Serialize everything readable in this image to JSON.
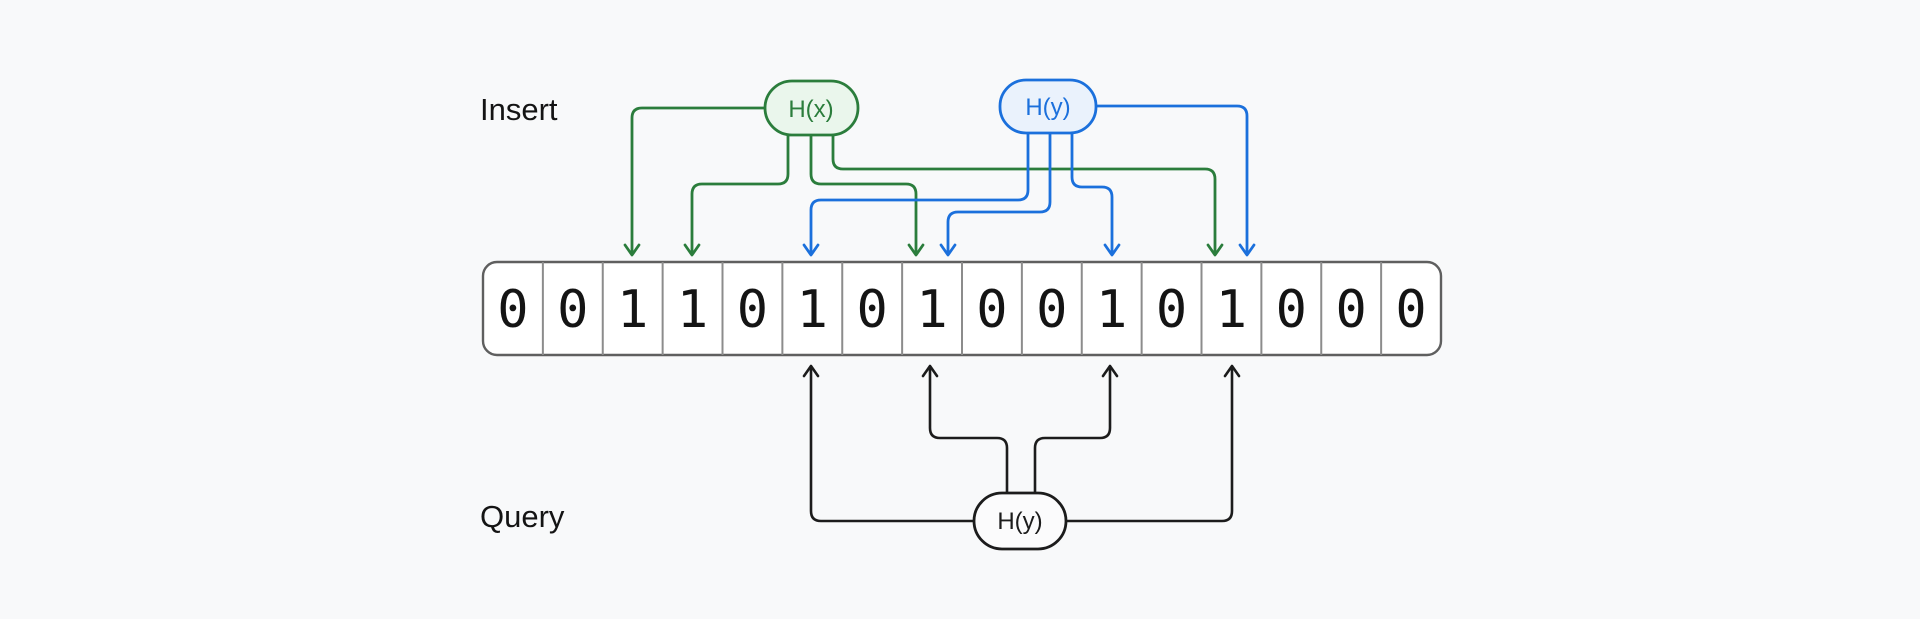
{
  "labels": {
    "insert": "Insert",
    "query": "Query"
  },
  "nodes": {
    "hash_x": {
      "label": "H(x)",
      "color": "#2b7d3c",
      "fill": "#eaf6ec"
    },
    "hash_y": {
      "label": "H(y)",
      "color": "#1b70dc",
      "fill": "#eaf2fc"
    },
    "query_hash": {
      "label": "H(y)",
      "color": "#1c1c1c",
      "fill": "#fbfbfc"
    }
  },
  "bit_array": {
    "cells": [
      "0",
      "0",
      "1",
      "1",
      "0",
      "1",
      "0",
      "1",
      "0",
      "0",
      "1",
      "0",
      "1",
      "0",
      "0",
      "0"
    ]
  },
  "colors": {
    "background": "#f8f9fa",
    "array_fill": "#ffffff",
    "array_border": "#5f5f5f",
    "array_divider": "#8c8c8c",
    "digit": "#141414",
    "label": "#141414"
  },
  "diagram_data": {
    "type": "diagram",
    "description": "Bloom filter: insert of x and y, query of y",
    "insert_hash_x_target_cells": [
      2,
      3,
      7,
      12
    ],
    "insert_hash_y_target_cells": [
      5,
      7,
      10,
      12
    ],
    "query_hash_y_target_cells": [
      5,
      7,
      10,
      12
    ],
    "set_bit_cells": [
      2,
      3,
      5,
      7,
      10,
      12
    ]
  }
}
